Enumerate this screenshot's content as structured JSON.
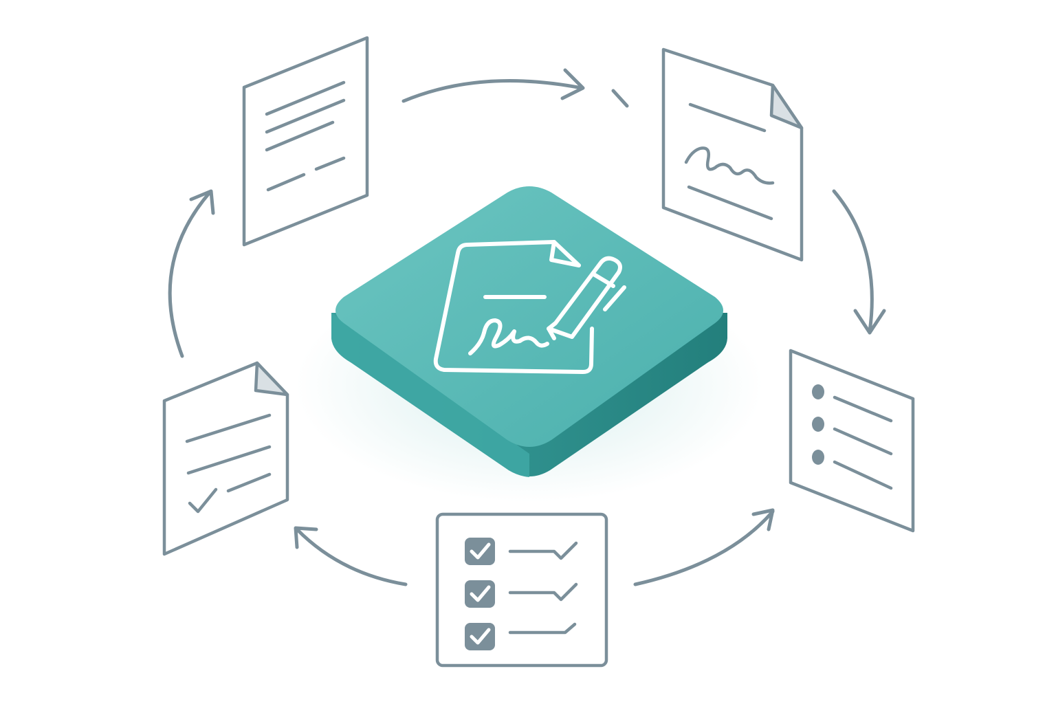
{
  "diagram": {
    "type": "cycle",
    "center": {
      "icon": "document-signing-icon",
      "tile_color": "#4fb3b0",
      "tile_top_light": "#6cc5c1",
      "tile_side": "#2e9693",
      "glyph_color": "#ffffff"
    },
    "nodes": [
      {
        "id": "draft-document",
        "icon": "text-document-icon"
      },
      {
        "id": "signed-document",
        "icon": "signature-document-icon"
      },
      {
        "id": "bullet-list",
        "icon": "bullet-list-icon"
      },
      {
        "id": "checklist",
        "icon": "checklist-icon"
      },
      {
        "id": "approved-document",
        "icon": "approved-document-icon"
      }
    ],
    "flow": [
      "draft-document",
      "signed-document",
      "bullet-list",
      "checklist",
      "approved-document",
      "draft-document"
    ],
    "outline_color": "#7b8f9a",
    "accent_color": "#4fb3b0",
    "background": "#ffffff"
  }
}
